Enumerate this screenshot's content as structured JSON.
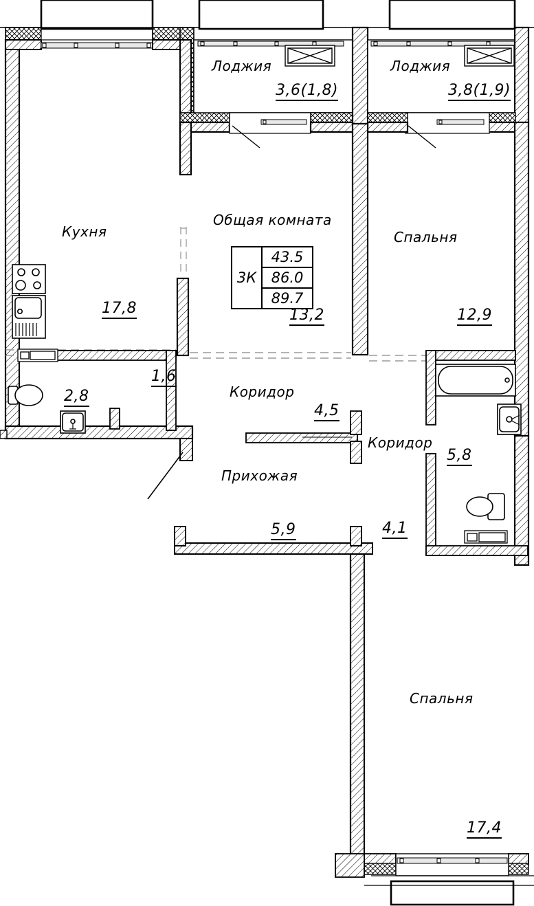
{
  "plan": {
    "type": "apartment-floor-plan",
    "title": "3К",
    "summary_box": {
      "rooms_label": "3К",
      "living_area": "43.5",
      "total_area": "86.0",
      "total_with_loggia": "89.7"
    },
    "rooms": [
      {
        "id": "kitchen",
        "name": "Кухня",
        "area": "17,8"
      },
      {
        "id": "living-room",
        "name": "Общая комната",
        "area": "13,2"
      },
      {
        "id": "bedroom-top",
        "name": "Спальня",
        "area": "12,9"
      },
      {
        "id": "bedroom-bottom",
        "name": "Спальня",
        "area": "17,4"
      },
      {
        "id": "corridor-main",
        "name": "Коридор",
        "area": "4,5"
      },
      {
        "id": "corridor-right",
        "name": "Коридор",
        "area": "4,1"
      },
      {
        "id": "hallway",
        "name": "Прихожая",
        "area": "5,9"
      },
      {
        "id": "wc-left",
        "name": "",
        "area": "2,8"
      },
      {
        "id": "closet",
        "name": "",
        "area": "1,6"
      },
      {
        "id": "bathroom-right",
        "name": "",
        "area": "5,8"
      }
    ],
    "loggias": [
      {
        "id": "loggia-left",
        "name": "Лоджия",
        "area": "3,6(1,8)"
      },
      {
        "id": "loggia-right",
        "name": "Лоджия",
        "area": "3,8(1,9)"
      }
    ],
    "fixtures": [
      {
        "id": "stove",
        "name": "stove-icon"
      },
      {
        "id": "kitchen-sink",
        "name": "kitchen-sink-icon"
      },
      {
        "id": "counter",
        "name": "counter-icon"
      },
      {
        "id": "toilet-left",
        "name": "toilet-icon"
      },
      {
        "id": "washbasin-left",
        "name": "washbasin-icon"
      },
      {
        "id": "bathtub",
        "name": "bathtub-icon"
      },
      {
        "id": "washbasin-right",
        "name": "washbasin-icon"
      },
      {
        "id": "toilet-right",
        "name": "toilet-icon"
      },
      {
        "id": "bidet-shelf",
        "name": "bath-shelf-icon"
      }
    ],
    "colors": {
      "line": "#000000",
      "wall_fill": "#ffffff",
      "hatch": "#1a1a1a",
      "background": "#ffffff"
    }
  }
}
